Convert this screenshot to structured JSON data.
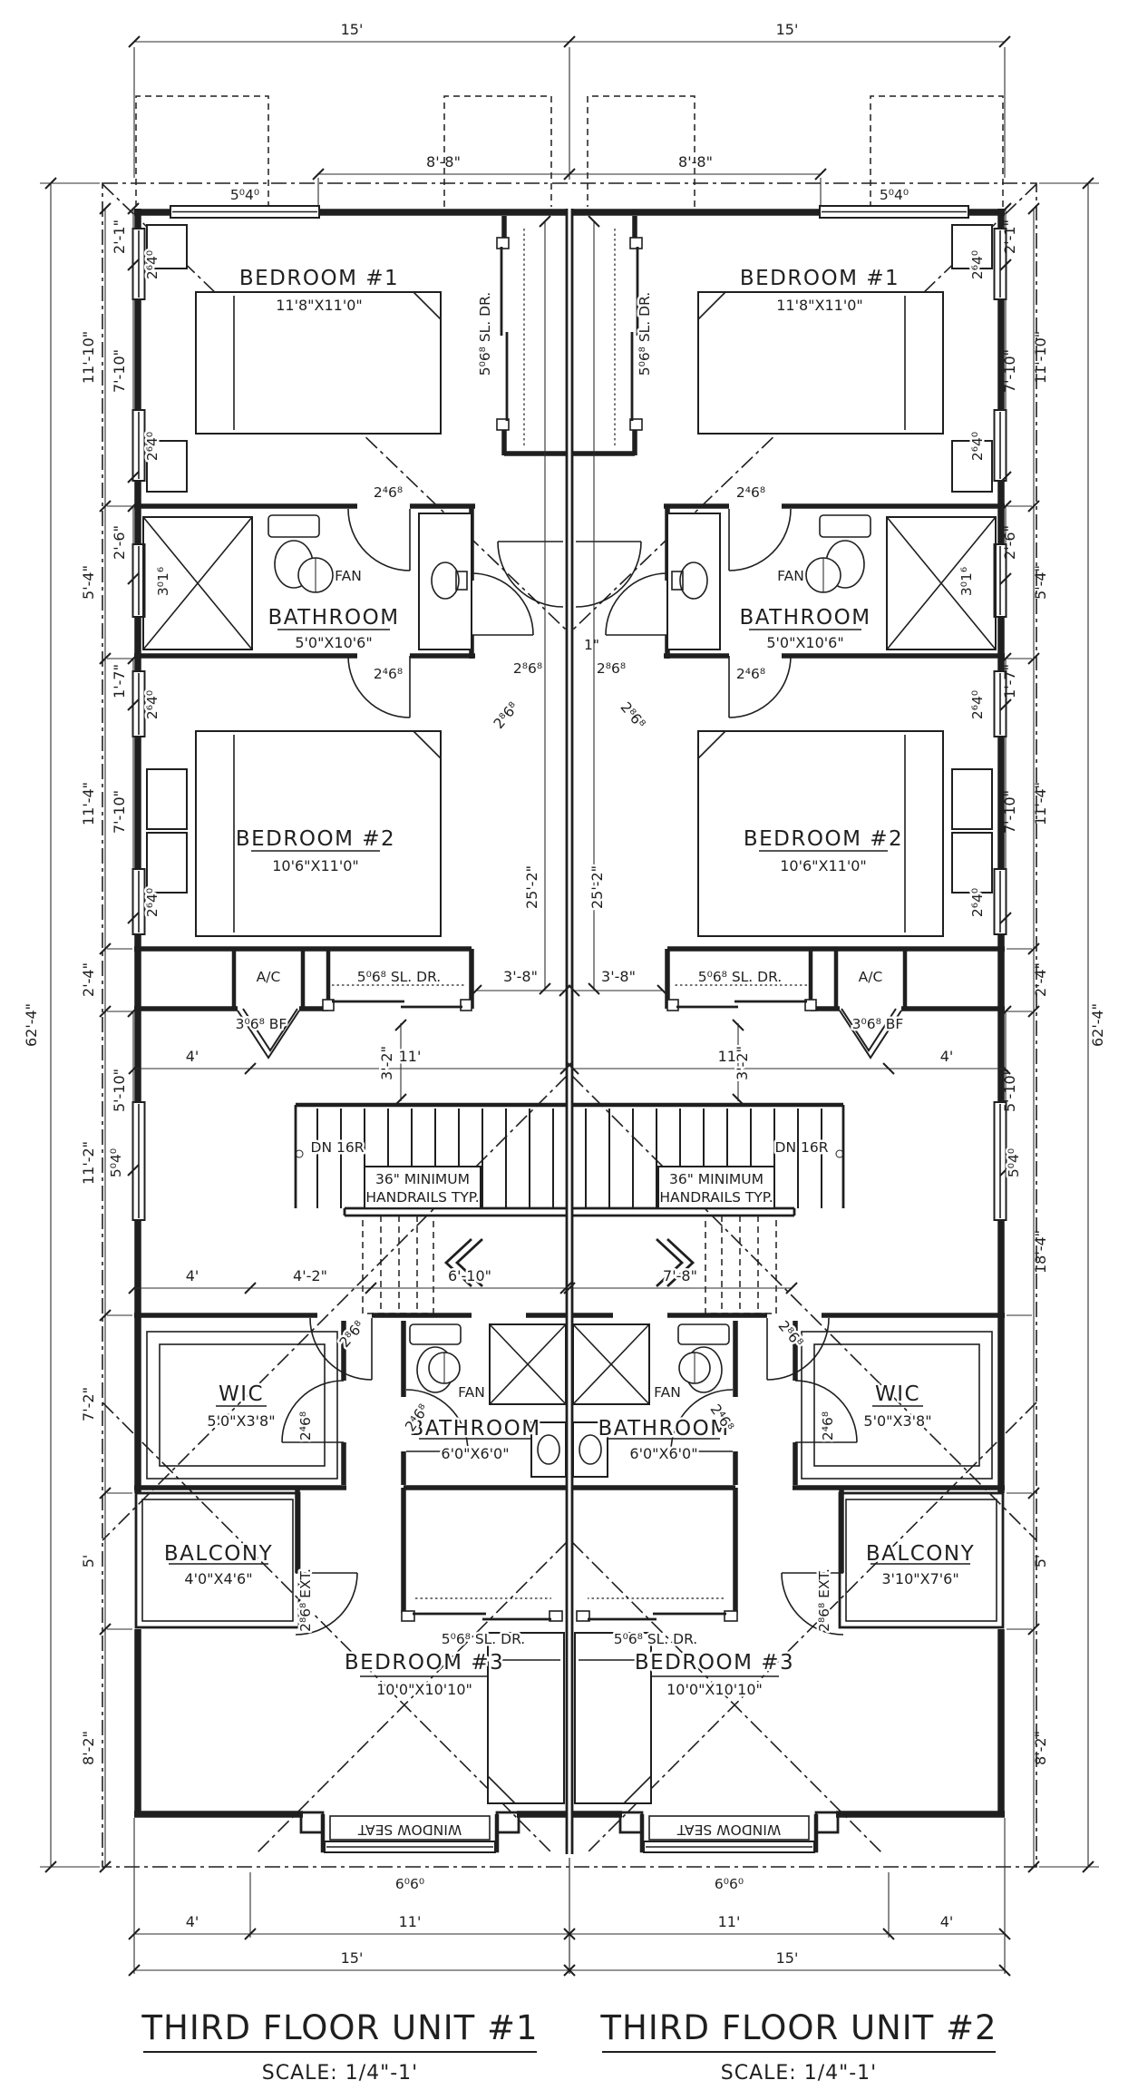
{
  "titles": {
    "unit1": "THIRD FLOOR UNIT #1",
    "unit2": "THIRD FLOOR UNIT #2",
    "scale": "SCALE: 1/4\"-1'"
  },
  "rooms": {
    "bedroom1": {
      "name": "BEDROOM #1",
      "size": "11'8\"X11'0\""
    },
    "bedroom2": {
      "name": "BEDROOM #2",
      "size": "10'6\"X11'0\""
    },
    "bedroom3": {
      "name": "BEDROOM #3",
      "size": "10'0\"X10'10\""
    },
    "bath_upper": {
      "name": "BATHROOM",
      "size": "5'0\"X10'6\""
    },
    "bath_lower": {
      "name": "BATHROOM",
      "size": "6'0\"X6'0\""
    },
    "wic": {
      "name": "WIC",
      "size": "5'0\"X3'8\""
    },
    "balcony": {
      "name": "BALCONY",
      "size_unit1": "4'0\"X4'6\"",
      "size_unit2": "3'10\"X7'6\""
    }
  },
  "doors": {
    "sliding": "5⁰6⁸ SL. DR.",
    "single_2468": "2⁴6⁸",
    "single_2868": "2⁸6⁸",
    "exterior": "2⁸6⁸ EXT.",
    "bifold": "3⁰6⁸ BF"
  },
  "windows": {
    "w5040": "5⁰4⁰",
    "w2640": "2⁶4⁰",
    "w3016": "3⁰1⁶",
    "w6060": "6⁰6⁰"
  },
  "stairs": {
    "down": "DN 16R",
    "note_line1": "36\" MINIMUM",
    "note_line2": "HANDRAILS TYP."
  },
  "fixtures": {
    "fan": "FAN",
    "ac": "A/C",
    "window_seat": "WINDOW SEAT"
  },
  "dims": {
    "d15": "15'",
    "d88": "8'-8\"",
    "d21": "2'-1\"",
    "d710": "7'-10\"",
    "d1110": "11'-10\"",
    "d26": "2'-6\"",
    "d54": "5'-4\"",
    "d17": "1'-7\"",
    "d114": "11'-4\"",
    "d24": "2'-4\"",
    "d252": "25'-2\"",
    "d38": "3'-8\"",
    "d32": "3'-2\"",
    "d11": "11'",
    "d4": "4'",
    "d42": "4'-2\"",
    "d610": "6'-10\"",
    "d78": "7'-8\"",
    "d112": "11'-2\"",
    "d510": "5'-10\"",
    "d72": "7'-2\"",
    "d5": "5'",
    "d82": "8'-2\"",
    "d624": "62'-4\"",
    "d184": "18'-4\"",
    "d1in": "1\""
  }
}
